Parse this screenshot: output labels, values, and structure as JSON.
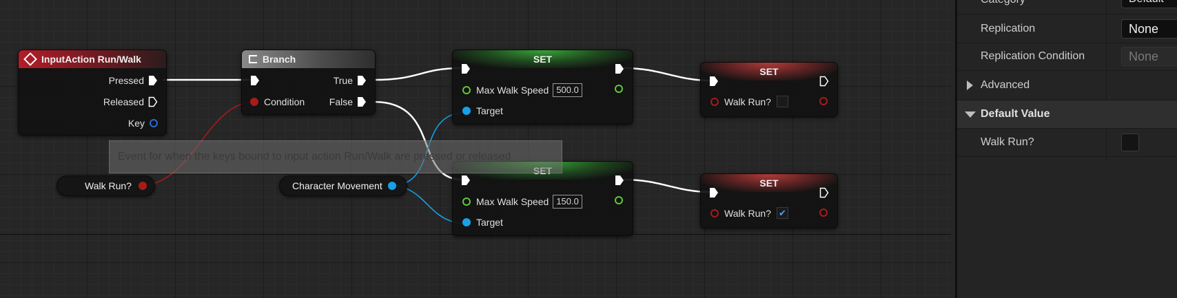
{
  "graph": {
    "tooltip": "Event for when the keys bound to input action Run/Walk are pressed or released",
    "event_node": {
      "title": "InputAction Run/Walk",
      "pins": [
        "Pressed",
        "Released",
        "Key"
      ],
      "color": "#b31c28"
    },
    "branch_node": {
      "title": "Branch",
      "in_pins": [
        "Condition"
      ],
      "out_pins": [
        "True",
        "False"
      ]
    },
    "set_speed_top": {
      "title": "SET",
      "field": "Max Walk Speed",
      "value": "500.0",
      "target": "Target"
    },
    "set_speed_bottom": {
      "title": "SET",
      "field": "Max Walk Speed",
      "value": "150.0",
      "target": "Target"
    },
    "set_walkrun_top": {
      "title": "SET",
      "field": "Walk Run?",
      "checked": false
    },
    "set_walkrun_bottom": {
      "title": "SET",
      "field": "Walk Run?",
      "checked": true,
      "check_glyph": "✔"
    },
    "var_walkrun": {
      "label": "Walk Run?"
    },
    "var_charmove": {
      "label": "Character Movement"
    },
    "colors": {
      "bool_pin": "#a81b1b",
      "object_pin": "#18a0e8",
      "float_pin": "#5ec93a",
      "exec": "#ffffff"
    }
  },
  "details": {
    "rows": [
      {
        "label": "Category",
        "value": "Default"
      },
      {
        "label": "Replication",
        "value": "None"
      },
      {
        "label": "Replication Condition",
        "value": "None"
      }
    ],
    "advanced_label": "Advanced",
    "default_value_label": "Default Value",
    "default_row": {
      "label": "Walk Run?",
      "checked": false
    }
  }
}
